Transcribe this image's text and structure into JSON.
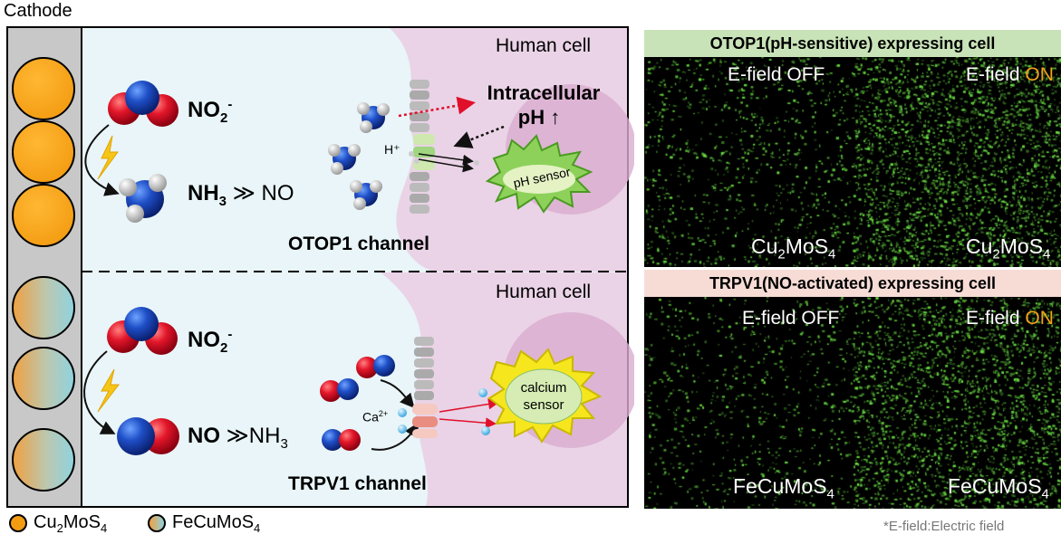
{
  "left_panel": {
    "cathode_label": "Cathode",
    "top": {
      "cell_label": "Human cell",
      "reactant": {
        "base": "NO",
        "sub": "2",
        "sup": "-"
      },
      "product_main": {
        "base": "NH",
        "sub": "3"
      },
      "much_greater": "≫",
      "product_minor": "NO",
      "ion_label": "H⁺",
      "readout_line1": "Intracellular",
      "readout_line2": "pH ↑",
      "sensor_label": "pH sensor",
      "channel_label": "OTOP1 channel"
    },
    "bottom": {
      "cell_label": "Human cell",
      "reactant": {
        "base": "NO",
        "sub": "2",
        "sup": "-"
      },
      "product_main": "NO",
      "much_greater": "≫",
      "product_minor": {
        "base": "NH",
        "sub": "3"
      },
      "ion_label": {
        "base": "Ca",
        "sup": "2+"
      },
      "sensor_line1": "calcium",
      "sensor_line2": "sensor",
      "channel_label": "TRPV1 channel"
    }
  },
  "legend": {
    "item1": {
      "base1": "Cu",
      "sub1": "2",
      "base2": "MoS",
      "sub2": "4"
    },
    "item2": {
      "base": "FeCuMoS",
      "sub": "4"
    }
  },
  "right_panel": {
    "top_header": "OTOP1(pH-sensitive) expressing cell",
    "bottom_header": "TRPV1(NO-activated) expressing cell",
    "efield_prefix": "E-field ",
    "off_word": "OFF",
    "on_word": "ON",
    "top_left_material": {
      "base1": "Cu",
      "sub1": "2",
      "base2": "MoS",
      "sub2": "4"
    },
    "top_right_material": {
      "base1": "Cu",
      "sub1": "2",
      "base2": "MoS",
      "sub2": "4"
    },
    "bottom_left_material": {
      "base": "FeCuMoS",
      "sub": "4"
    },
    "bottom_right_material": {
      "base": "FeCuMoS",
      "sub": "4"
    },
    "footnote": "*E-field:Electric field"
  },
  "colors": {
    "cell_pink": "#ead3e6",
    "panel_bg": "#e9f5f8",
    "orange": "#f39c12",
    "header_green": "#c9e3b8",
    "header_pink": "#f7dcd6",
    "fluorescence": "#7be84a"
  }
}
